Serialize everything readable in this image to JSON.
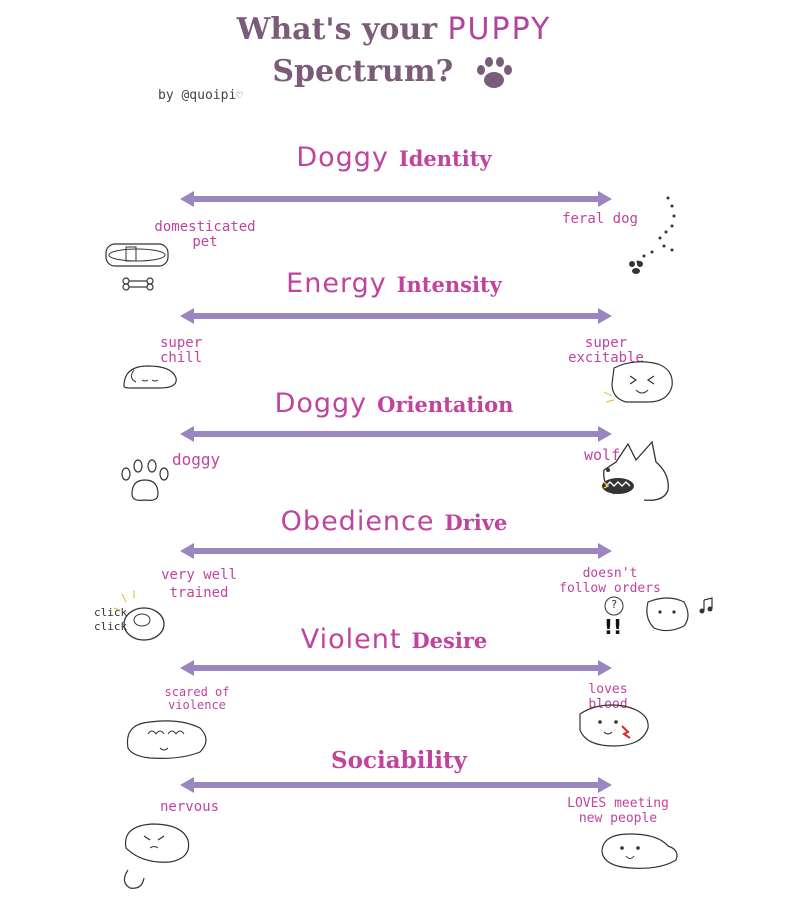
{
  "title": {
    "line1_prefix": "What's your",
    "line1_highlight": "PUPPY",
    "line2": "Spectrum?"
  },
  "byline": "by @quoipi",
  "colors": {
    "title": "#7a5c78",
    "accent": "#c0449e",
    "arrow": "#9b87bf"
  },
  "sections": [
    {
      "word1": "Doggy",
      "word2": "Identity",
      "left_label": "domesticated pet",
      "right_label": "feral dog"
    },
    {
      "word1": "Energy",
      "word2": "Intensity",
      "left_label": "super chill",
      "right_label": "super excitable"
    },
    {
      "word1": "Doggy",
      "word2": "Orientation",
      "left_label": "doggy",
      "right_label": "wolf"
    },
    {
      "word1": "Obedience",
      "word2": "Drive",
      "left_label": "very well trained",
      "right_label": "doesn't follow orders"
    },
    {
      "word1": "Violent",
      "word2": "Desire",
      "left_label": "scared of violence",
      "right_label": "loves blood"
    },
    {
      "word1": "",
      "word2": "Sociability",
      "left_label": "nervous",
      "right_label": "LOVES meeting new people"
    }
  ],
  "doodle_text": {
    "click1": "click",
    "click2": "click",
    "shout": "!!",
    "question": "?"
  }
}
